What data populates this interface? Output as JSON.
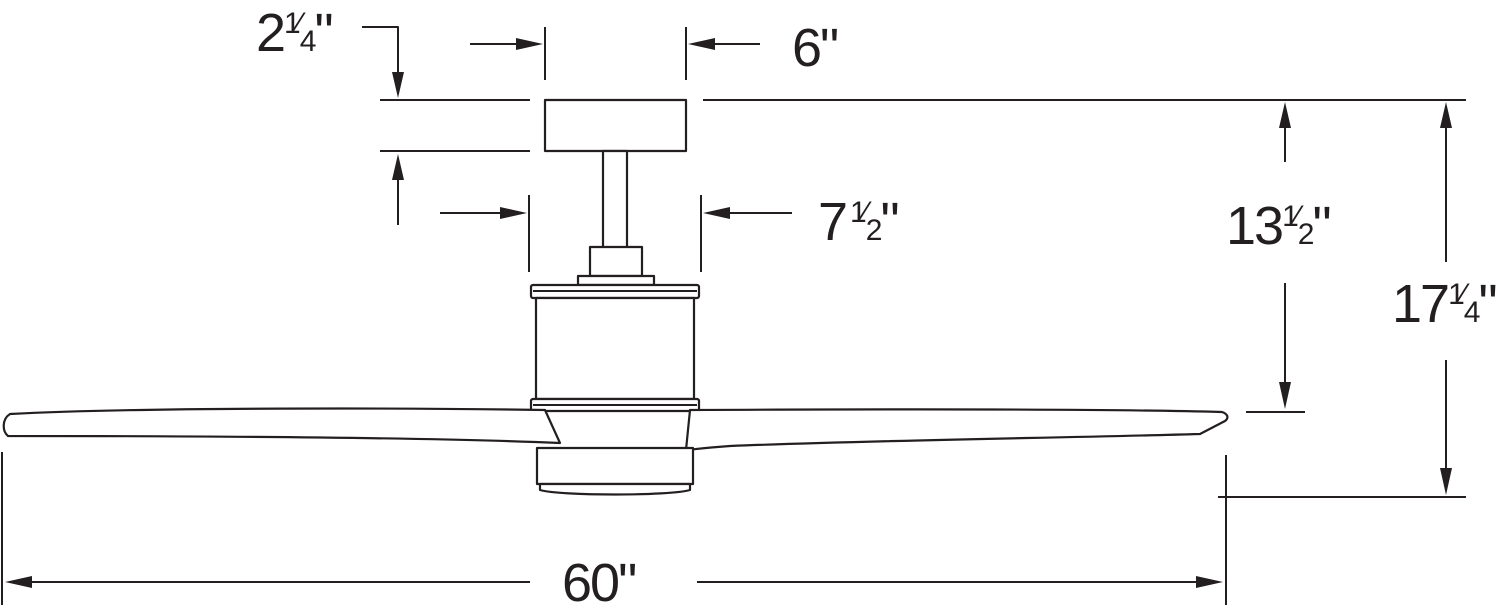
{
  "dimensions": {
    "canopy_height": {
      "whole": "2",
      "num": "1",
      "den": "4",
      "unit": "\""
    },
    "canopy_width": {
      "whole": "6",
      "unit": "\""
    },
    "motor_width": {
      "whole": "7",
      "num": "1",
      "den": "2",
      "unit": "\""
    },
    "ceiling_to_blade": {
      "whole": "13",
      "num": "1",
      "den": "2",
      "unit": "\""
    },
    "overall_height": {
      "whole": "17",
      "num": "1",
      "den": "4",
      "unit": "\""
    },
    "blade_span": {
      "whole": "60",
      "unit": "\""
    }
  },
  "colors": {
    "line": "#231f20",
    "background": "#ffffff"
  }
}
